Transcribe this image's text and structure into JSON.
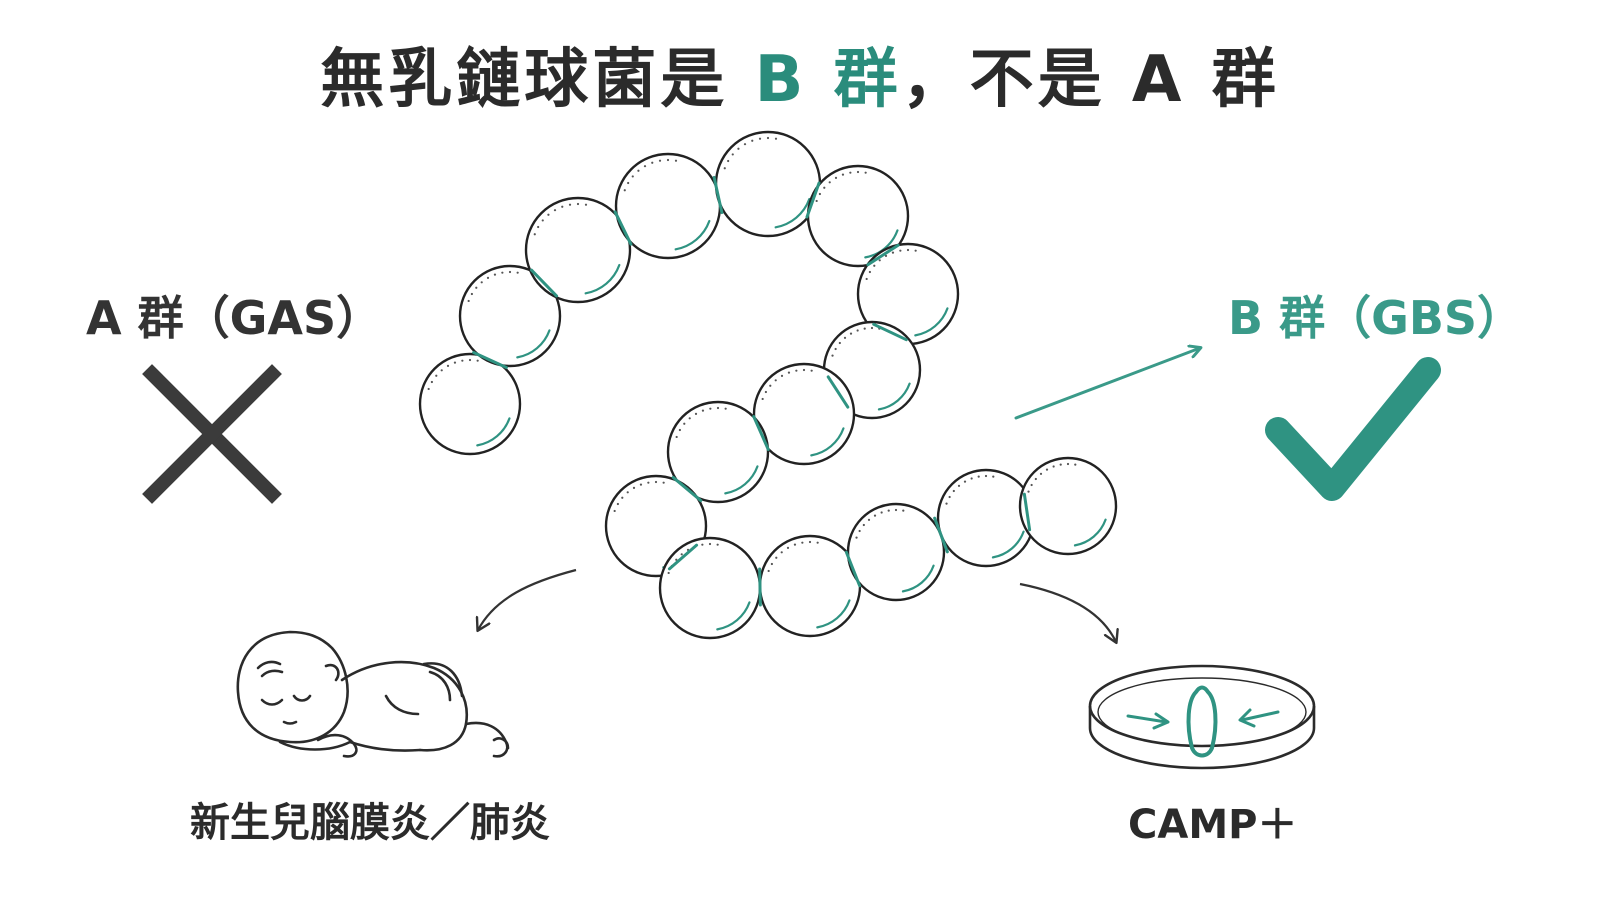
{
  "title": {
    "part1": "無乳鏈球菌是 ",
    "highlight": "B 群",
    "part2": "，不是 A 群"
  },
  "left_label": "A 群（GAS）",
  "right_label": "B 群（GBS）",
  "baby_caption": "新生兒腦膜炎／肺炎",
  "camp_caption": "CAMP＋",
  "icons": {
    "wrong": "cross-mark-icon",
    "right": "check-mark-icon",
    "baby": "sleeping-baby-icon",
    "dish": "petri-dish-icon",
    "bacteria": "streptococcus-chain-icon"
  },
  "colors": {
    "accent": "#2a8c7c",
    "dark": "#2b2b2b"
  }
}
